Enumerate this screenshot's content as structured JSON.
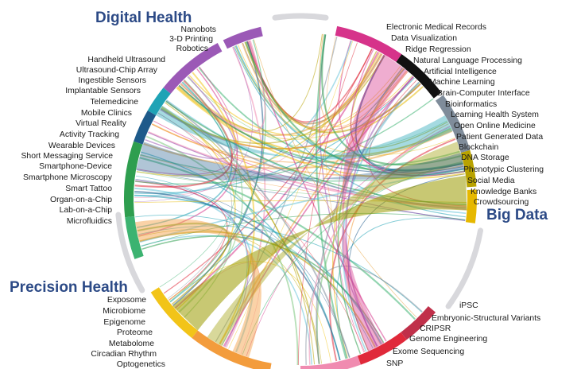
{
  "groups": [
    {
      "name": "Digital Health",
      "color": "#2c4a86"
    },
    {
      "name": "Big Data",
      "color": "#2c4a86"
    },
    {
      "name": "Precision Health",
      "color": "#2c4a86"
    }
  ],
  "labels_left": [
    "Nanobots",
    "3-D Printing",
    "Robotics",
    "Handheld Ultrasound",
    "Ultrasound-Chip Array",
    "Ingestible Sensors",
    "Implantable Sensors",
    "Telemedicine",
    "Mobile Clinics",
    "Virtual Reality",
    "Activity Tracking",
    "Wearable Devices",
    "Short Messaging Service",
    "Smartphone-Device",
    "Smartphone Microscopy",
    "Smart Tattoo",
    "Organ-on-a-Chip",
    "Lab-on-a-Chip",
    "Microfluidics"
  ],
  "labels_right": [
    "Electronic Medical Records",
    "Data Visualization",
    "Ridge Regression",
    "Natural Language Processing",
    "Artificial Intelligence",
    "Machine Learning",
    "Brain-Computer Interface",
    "Bioinformatics",
    "Learning Health System",
    "Open Online Medicine",
    "Patient Generated Data",
    "Blockchain",
    "DNA Storage",
    "Phenotypic Clustering",
    "Social Media",
    "Knowledge Banks",
    "Crowdsourcing"
  ],
  "labels_bottom_left": [
    "Exposome",
    "Microbiome",
    "Epigenome",
    "Proteome",
    "Metabolome",
    "Circadian Rhythm",
    "Optogenetics"
  ],
  "labels_bottom_right": [
    "iPSC",
    "Embryonic-Structural Variants",
    "CRIPSR",
    "Genome Engineering",
    "Exome Sequencing",
    "SNP"
  ],
  "arc_colors": {
    "purple": "#9b59b6",
    "teal": "#1fa3b5",
    "navy": "#1e5a8a",
    "green": "#2e9e4f",
    "lightgreen": "#3cb371",
    "orange": "#f39c3c",
    "yellow": "#f2c418",
    "magenta": "#d6338a",
    "black": "#111111",
    "slate": "#7f8c9a",
    "olive": "#b8a200",
    "gold": "#e6b800",
    "red": "#e0293a",
    "pink": "#f08bb0",
    "crimson": "#c0304a"
  }
}
